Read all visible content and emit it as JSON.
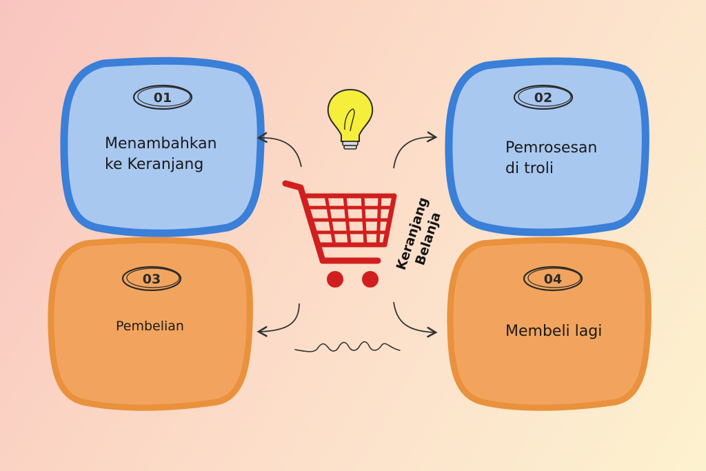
{
  "cards": [
    {
      "number": "01",
      "label": "Menambahkan\nke Keranjang",
      "color": "#a9c8f0",
      "border": "#3a7fd8"
    },
    {
      "number": "02",
      "label": "Pemrosesan\ndi troli",
      "color": "#a9c8f0",
      "border": "#3a7fd8"
    },
    {
      "number": "03",
      "label": "Pembelian",
      "color": "#f2a45e",
      "border": "#e9913c"
    },
    {
      "number": "04",
      "label": "Membeli lagi",
      "color": "#f2a45e",
      "border": "#e9913c"
    }
  ],
  "center": {
    "title": "Keranjang\nBelanja",
    "cart_color": "#d11e1e",
    "bulb_color": "#f5ee3a"
  },
  "icons": [
    "lightbulb-icon",
    "shopping-cart-icon",
    "arrow-icon",
    "wave-doodle"
  ]
}
